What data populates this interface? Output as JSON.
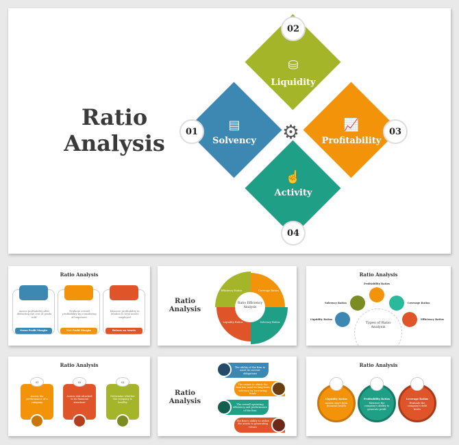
{
  "main": {
    "title_line1": "Ratio",
    "title_line2": "Analysis",
    "items": [
      {
        "num": "01",
        "label": "Solvency",
        "icon": "report-icon",
        "color": "#3d87b3"
      },
      {
        "num": "02",
        "label": "Liquidity",
        "icon": "coins-chart-icon",
        "color": "#a4b529"
      },
      {
        "num": "03",
        "label": "Profitability",
        "icon": "growth-chart-icon",
        "color": "#f3930a"
      },
      {
        "num": "04",
        "label": "Activity",
        "icon": "hand-gear-icon",
        "color": "#1f9f85"
      }
    ],
    "center_icon": "gear-icon"
  },
  "thumb1": {
    "title": "Ratio Analysis",
    "cards": [
      {
        "desc": "Assess profitability after deducting the cost of goods sold.",
        "label": "Gross Profit Margin",
        "color": "#3d87b3"
      },
      {
        "desc": "Evaluate overall profitability by considering all expenses.",
        "label": "Net Profit Margin",
        "color": "#f3930a"
      },
      {
        "desc": "Measure profitability in relation to total assets employed",
        "label": "Return on Assets",
        "color": "#e0542a"
      }
    ]
  },
  "thumb2": {
    "title": "Ratio Analysis",
    "center": "Ratio Efficiency Analysis",
    "segments": [
      "Efficiency Ratios",
      "Coverage Ratios",
      "Liquidity Ratios",
      "Solvency Ratios"
    ]
  },
  "thumb3": {
    "title": "Ratio Analysis",
    "center": "Types of Ratio Analysis",
    "nodes": [
      "Liquidity Ratios",
      "Solvency Ratios",
      "Profitability Ratios",
      "Coverage Ratios",
      "Efficiency Ratios"
    ]
  },
  "thumb4": {
    "title": "Ratio Analysis",
    "cards": [
      {
        "num": "01",
        "desc": "Assess the performance of a company"
      },
      {
        "num": "02",
        "desc": "Assess risk attached to its financial structure"
      },
      {
        "num": "03",
        "desc": "Determine whether the company is healthy"
      }
    ]
  },
  "thumb5": {
    "title": "Ratio Analysis",
    "rows": [
      "The ability of the firm to meet its current obligations",
      "The extent to which the firm has used its long-term solvency by borrowing funds",
      "The overall operating efficiency and performance of the firm",
      "The firm's ability to utilize the assets to generating return"
    ]
  },
  "thumb6": {
    "title": "Ratio Analysis",
    "circles": [
      {
        "label": "Liquidity Ratios",
        "desc": "Assess short-term financial health"
      },
      {
        "label": "Profitability Ratios",
        "desc": "Measure the company's ability to generate profit"
      },
      {
        "label": "Leverage Ratios",
        "desc": "Evaluate the company's debt levels"
      }
    ]
  }
}
